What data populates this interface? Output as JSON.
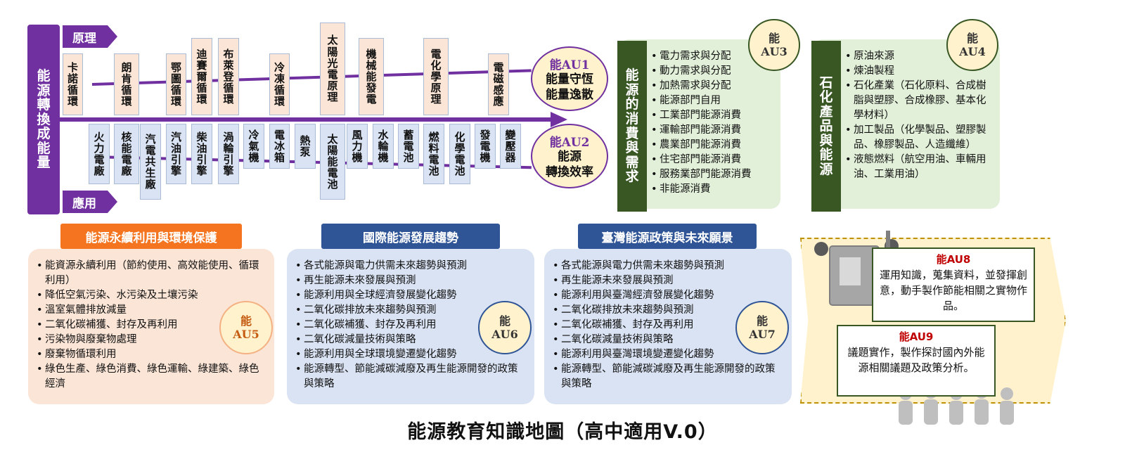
{
  "title": "能源教育知識地圖（高中適用V.0）",
  "side_bar": [
    "能",
    "源",
    "轉",
    "換",
    "成",
    "能",
    "量"
  ],
  "tags": {
    "principle": "原理",
    "application": "應用"
  },
  "principles": [
    [
      "卡",
      "諾",
      "循",
      "環"
    ],
    [
      "朗",
      "肯",
      "循",
      "環"
    ],
    [
      "鄂",
      "圖",
      "循",
      "環"
    ],
    [
      "迪",
      "賽",
      "爾",
      "循",
      "環"
    ],
    [
      "布",
      "萊",
      "登",
      "循",
      "環"
    ],
    [
      "冷",
      "凍",
      "循",
      "環"
    ],
    [
      "太",
      "陽",
      "光",
      "電",
      "原",
      "理"
    ],
    [
      "機",
      "械",
      "能",
      "發",
      "電"
    ],
    [
      "電",
      "化",
      "學",
      "原",
      "理"
    ],
    [
      "電",
      "磁",
      "感",
      "應"
    ]
  ],
  "applications": [
    [
      "火",
      "力",
      "電",
      "廠"
    ],
    [
      "核",
      "能",
      "電",
      "廠"
    ],
    [
      "汽",
      "電",
      "共",
      "生",
      "廠"
    ],
    [
      "汽",
      "油",
      "引",
      "擎"
    ],
    [
      "柴",
      "油",
      "引",
      "擎"
    ],
    [
      "渦",
      "輪",
      "引",
      "擎"
    ],
    [
      "冷",
      "氣",
      "機"
    ],
    [
      "電",
      "冰",
      "箱"
    ],
    [
      "熱",
      "泵"
    ],
    [
      "太",
      "陽",
      "能",
      "電",
      "池"
    ],
    [
      "風",
      "力",
      "機"
    ],
    [
      "水",
      "輪",
      "機"
    ],
    [
      "蓄",
      "電",
      "池"
    ],
    [
      "燃",
      "料",
      "電",
      "池"
    ],
    [
      "化",
      "學",
      "電",
      "池"
    ],
    [
      "發",
      "電",
      "機"
    ],
    [
      "變",
      "壓",
      "器"
    ]
  ],
  "au1": {
    "code": "能AU1",
    "line1": "能量守恆",
    "line2": "能量逸散"
  },
  "au2": {
    "code": "能AU2",
    "line1": "能源",
    "line2": "轉換效率"
  },
  "consumption": {
    "side": [
      "能",
      "源",
      "的",
      "消",
      "費",
      "與",
      "需",
      "求"
    ],
    "badge": [
      "能",
      "AU3"
    ],
    "items": [
      "電力需求與分配",
      "動力需求與分配",
      "加熱需求與分配",
      "能源部門自用",
      "工業部門能源消費",
      "運輸部門能源消費",
      "農業部門能源消費",
      "住宅部門能源消費",
      "服務業部門能源消費",
      "非能源消費"
    ]
  },
  "petro": {
    "side": [
      "石",
      "化",
      "產",
      "品",
      "與",
      "能",
      "源"
    ],
    "badge": [
      "能",
      "AU4"
    ],
    "items": [
      "原油來源",
      "煉油製程",
      "石化產業（石化原料、合成樹脂與塑膠、合成橡膠、基本化學材料）",
      "加工製品（化學製品、塑膠製品、橡膠製品、人造纖維）",
      "液態燃料（航空用油、車輛用油、工業用油）"
    ]
  },
  "sustain": {
    "header": "能源永續利用與環境保護",
    "badge": [
      "能",
      "AU5"
    ],
    "items": [
      "能資源永續利用（節約使用、高效能使用、循環利用）",
      "降低空氣污染、水污染及土壤污染",
      "溫室氣體排放減量",
      "二氧化碳補獲、封存及再利用",
      "污染物與廢棄物處理",
      "廢棄物循環利用",
      "綠色生產、綠色消費、綠色運輸、綠建築、綠色經濟"
    ]
  },
  "intl": {
    "header": "國際能源發展趨勢",
    "badge": [
      "能",
      "AU6"
    ],
    "items": [
      "各式能源與電力供需未來趨勢與預測",
      "再生能源未來發展與預測",
      "能源利用與全球經濟發展變化趨勢",
      "二氧化碳排放未來趨勢與預測",
      "二氧化碳補獲、封存及再利用",
      "二氧化碳減量技術與策略",
      "能源利用與全球環境變遷變化趨勢",
      "能源轉型、節能減碳減廢及再生能源開發的政策與策略"
    ]
  },
  "taiwan": {
    "header": "臺灣能源政策與未來願景",
    "badge": [
      "能",
      "AU7"
    ],
    "items": [
      "各式能源與電力供需未來趨勢與預測",
      "再生能源未來發展與預測",
      "能源利用與臺灣經濟發展變化趨勢",
      "二氧化碳排放未來趨勢與預測",
      "二氧化碳補獲、封存及再利用",
      "二氧化碳減量技術與策略",
      "能源利用與臺灣環境變遷變化趨勢",
      "能源轉型、節能減碳減廢及再生能源開發的政策與策略"
    ]
  },
  "au8": {
    "title": "能AU8",
    "text": "運用知識，蒐集資料，並發揮創意，動手製作節能相關之實物作品。"
  },
  "au9": {
    "title": "能AU9",
    "text": "議題實作，製作探討國內外能源相關議題及政策分析。"
  },
  "colors": {
    "purple": "#7030a0",
    "dark_green": "#385723",
    "orange": "#f4741f",
    "navy": "#2f5597"
  }
}
